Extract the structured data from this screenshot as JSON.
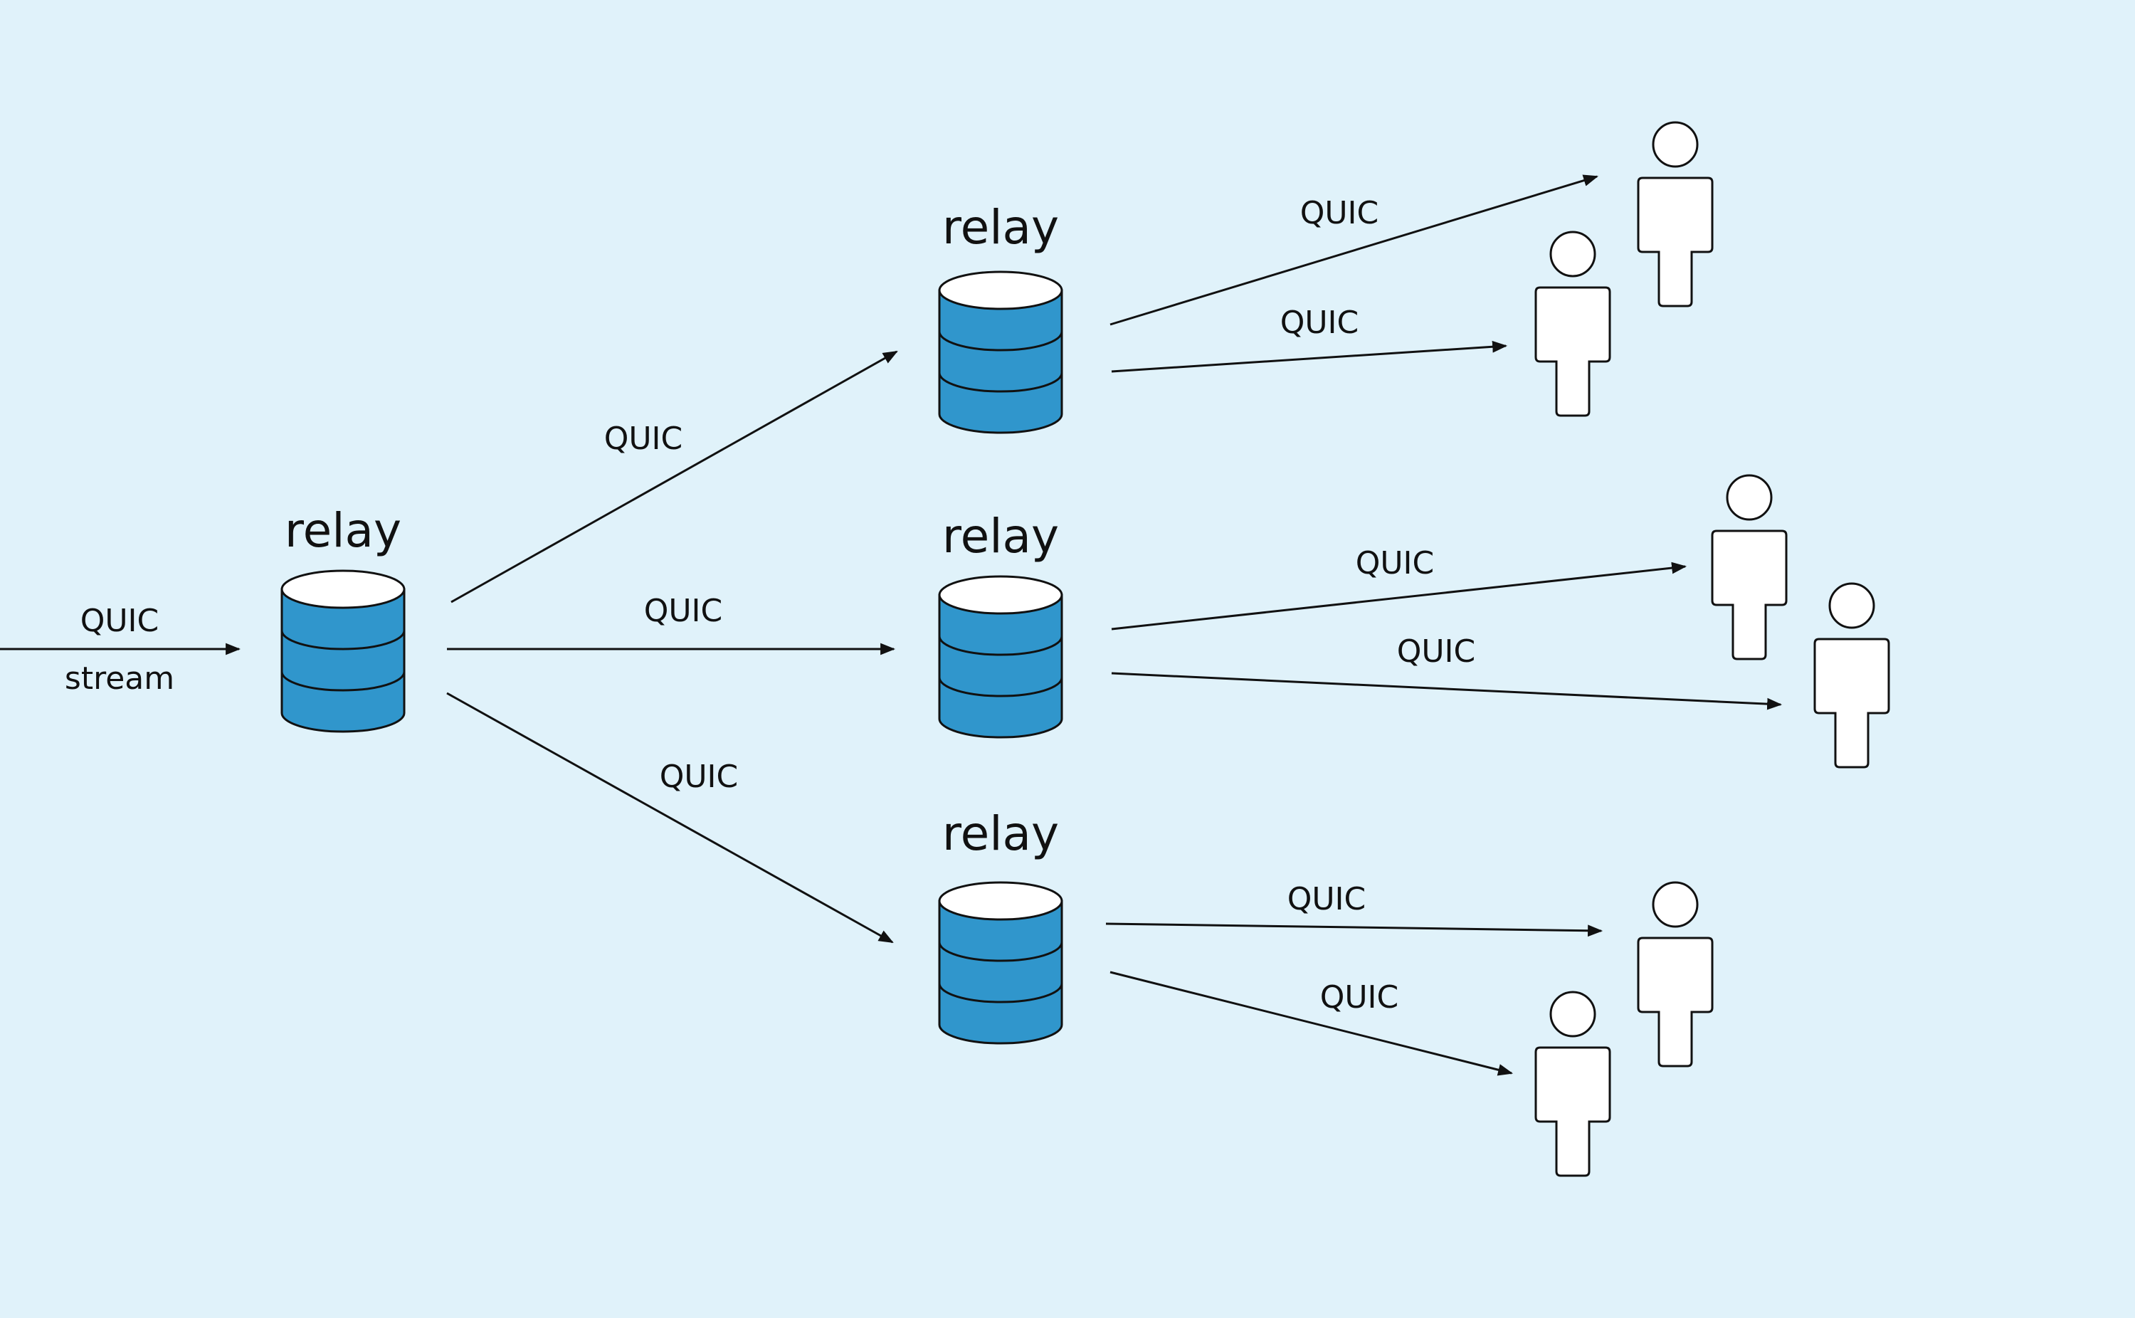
{
  "colors": {
    "background": "#e0f2fa",
    "relay_fill": "#3096cc",
    "relay_top": "#ffffff",
    "stroke": "#111111",
    "user_fill": "#ffffff"
  },
  "input": {
    "label_top": "QUIC",
    "label_bottom": "stream"
  },
  "relays": [
    {
      "id": "origin",
      "label": "relay",
      "icon": "database-icon"
    },
    {
      "id": "top",
      "label": "relay",
      "icon": "database-icon"
    },
    {
      "id": "middle",
      "label": "relay",
      "icon": "database-icon"
    },
    {
      "id": "bottom",
      "label": "relay",
      "icon": "database-icon"
    }
  ],
  "edges": [
    {
      "from": "origin",
      "to": "top",
      "label": "QUIC"
    },
    {
      "from": "origin",
      "to": "middle",
      "label": "QUIC"
    },
    {
      "from": "origin",
      "to": "bottom",
      "label": "QUIC"
    },
    {
      "from": "top",
      "to": "user-1",
      "label": "QUIC"
    },
    {
      "from": "top",
      "to": "user-2",
      "label": "QUIC"
    },
    {
      "from": "middle",
      "to": "user-3",
      "label": "QUIC"
    },
    {
      "from": "middle",
      "to": "user-4",
      "label": "QUIC"
    },
    {
      "from": "bottom",
      "to": "user-5",
      "label": "QUIC"
    },
    {
      "from": "bottom",
      "to": "user-6",
      "label": "QUIC"
    }
  ],
  "users": [
    {
      "id": "user-1",
      "icon": "person-icon"
    },
    {
      "id": "user-2",
      "icon": "person-icon"
    },
    {
      "id": "user-3",
      "icon": "person-icon"
    },
    {
      "id": "user-4",
      "icon": "person-icon"
    },
    {
      "id": "user-5",
      "icon": "person-icon"
    },
    {
      "id": "user-6",
      "icon": "person-icon"
    }
  ]
}
